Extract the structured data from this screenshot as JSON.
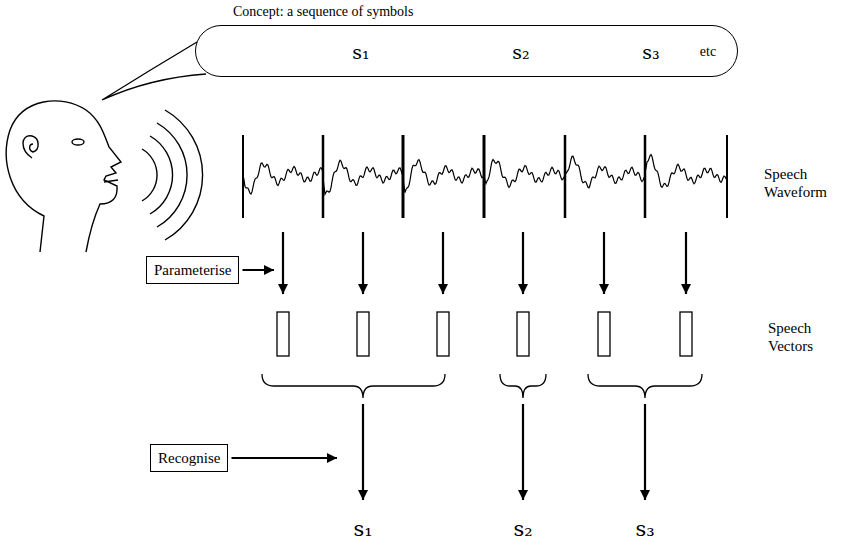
{
  "diagram": {
    "nodes": [
      {
        "text": [
          "Concept: a sequence of symbols",
          "s₁",
          "s₂",
          "s₃",
          "etc"
        ]
      },
      {
        "text": [
          "Parameterise"
        ]
      },
      {
        "text": [
          "Recognise"
        ]
      }
    ],
    "labels": [
      "Speech Waveform",
      "Speech Vectors",
      "s₁",
      "s₂",
      "s₃"
    ]
  }
}
